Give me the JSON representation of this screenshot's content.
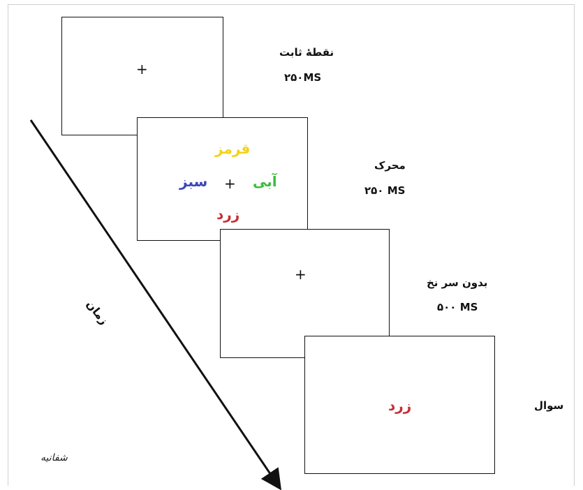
{
  "steps": [
    {
      "name": "نقطهٔ ثابت",
      "duration": "۲۵۰MS",
      "content": "+"
    },
    {
      "name": "محرک",
      "duration": "۲۵۰ MS",
      "content": "+"
    },
    {
      "name": "بدون سر نخ",
      "duration": "۵۰۰ MS",
      "content": "+"
    },
    {
      "name": "سوال",
      "content": "زرد"
    }
  ],
  "stimulus_words": {
    "top": "قرمز",
    "left": "سبز",
    "right": "آبی",
    "bottom": "زرد"
  },
  "time_axis_label": "زمان",
  "watermark": "شفانیه",
  "colors": {
    "top_word": "#f2d21b",
    "left_word": "#3b46b8",
    "right_word": "#3dbb3d",
    "bottom_word": "#c62f35",
    "question_word": "#c62f35",
    "arrow": "#111111"
  }
}
